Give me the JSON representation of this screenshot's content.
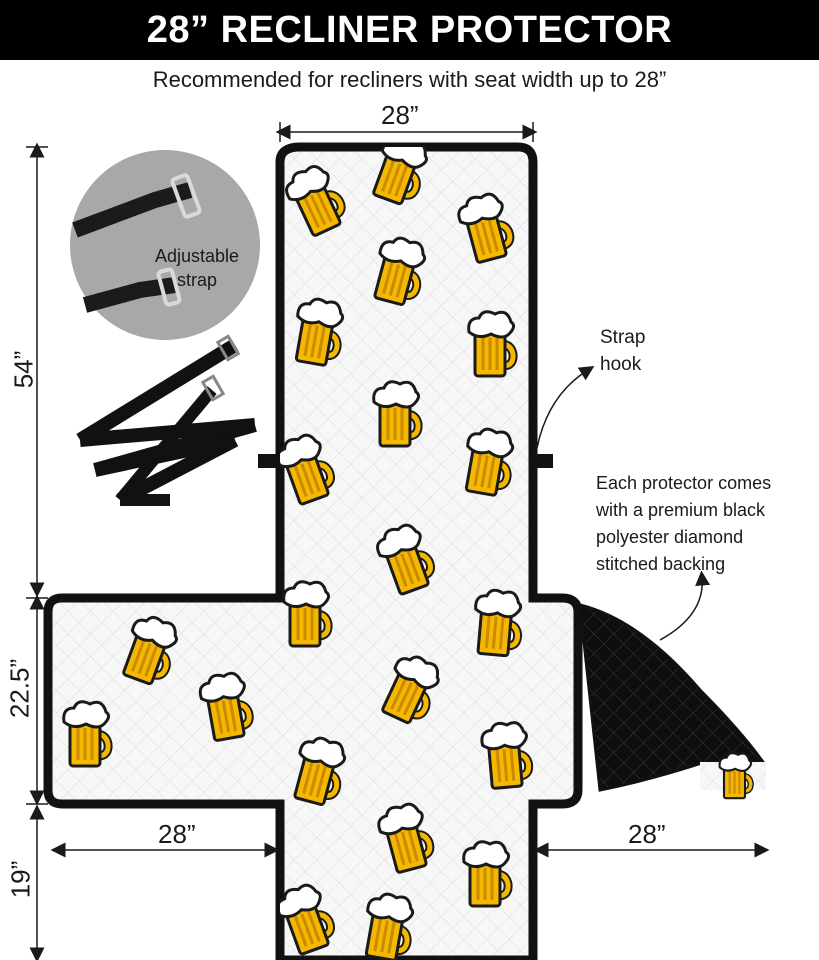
{
  "header": {
    "title": "28” RECLINER PROTECTOR"
  },
  "subtitle": "Recommended for recliners with seat width up to 28”",
  "dimensions": {
    "top_width": "28”",
    "back_height": "54”",
    "seat_height": "22.5”",
    "footrest_height": "19”",
    "left_arm_width": "28”",
    "right_arm_width": "28”"
  },
  "callouts": {
    "strap_label": "Adjustable strap",
    "strap_hook": "Strap hook",
    "backing_note": "Each protector comes with a premium black polyester diamond stitched backing"
  },
  "colors": {
    "banner": "#000000",
    "beer": "#f5b800",
    "foam": "#ffffff",
    "outline": "#1a1a1a",
    "backing": "#111111",
    "fabric": "#f4f4f4"
  },
  "pattern": {
    "motif": "beer-mug-icon"
  }
}
